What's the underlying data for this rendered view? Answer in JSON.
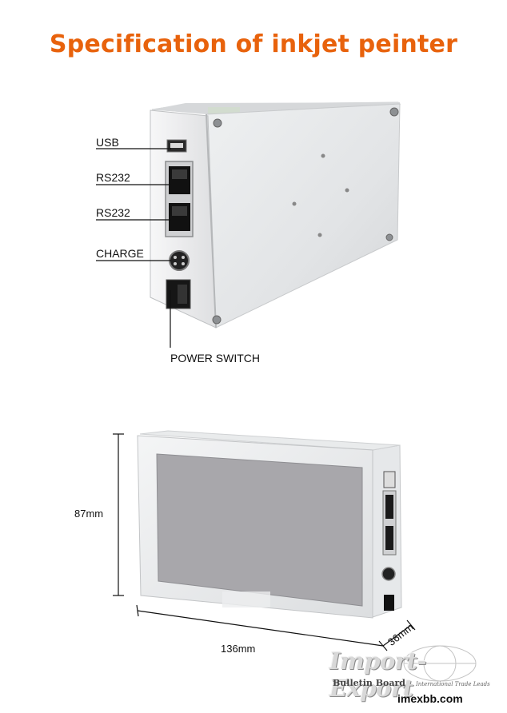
{
  "title": "Specification of inkjet peinter",
  "ports": {
    "usb": "USB",
    "rs232_a": "RS232",
    "rs232_b": "RS232",
    "charge": "CHARGE",
    "power_switch": "POWER SWITCH"
  },
  "dimensions": {
    "height": "87mm",
    "width": "136mm",
    "depth": "36mm"
  },
  "watermark": {
    "brand": "Import-Export",
    "sub": "Bulletin Board",
    "tagline": "International Trade Leads",
    "site": "imexbb.com"
  }
}
